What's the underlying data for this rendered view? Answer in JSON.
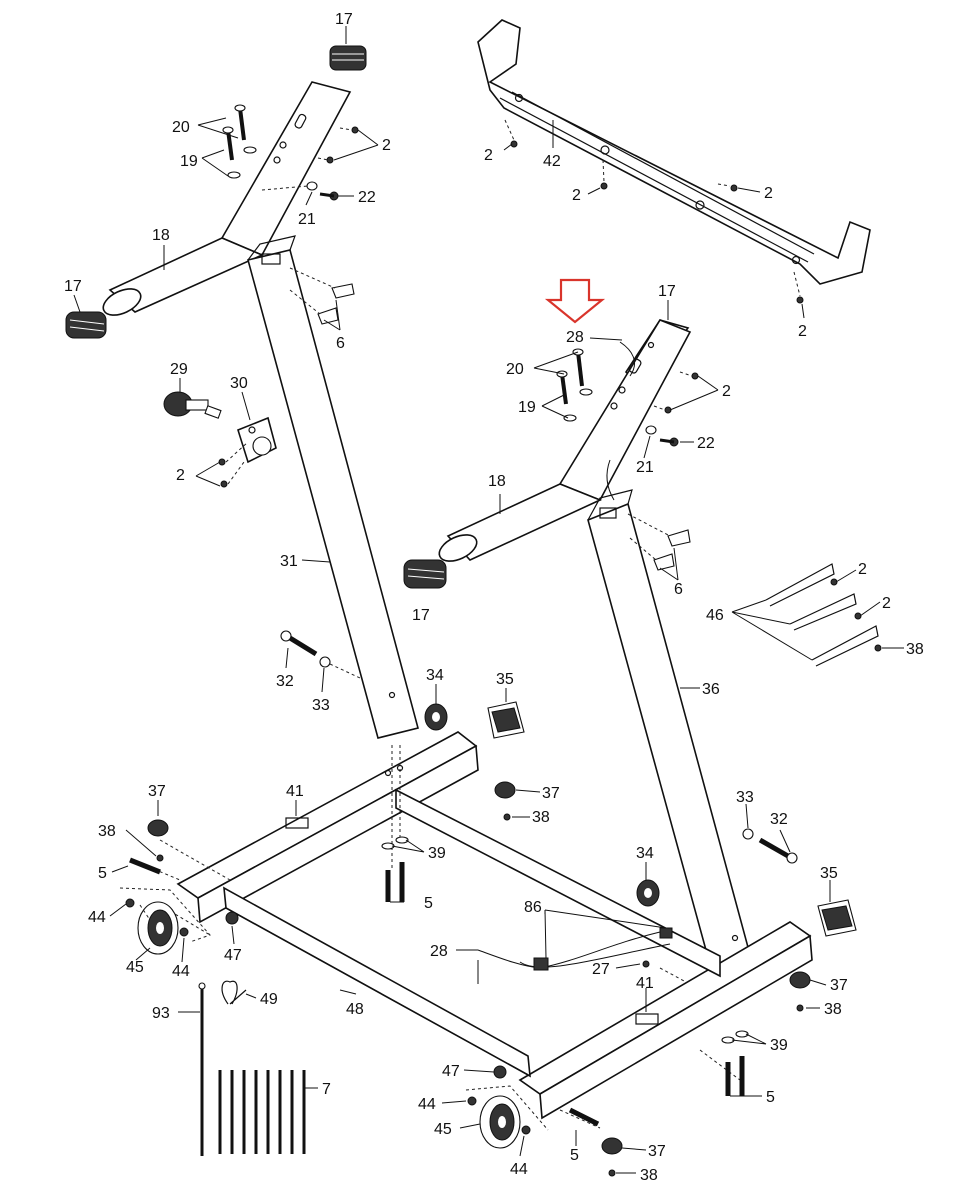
{
  "callout_arrow": {
    "color": "#d9342b",
    "target_part": "28"
  },
  "callouts": {
    "c1": "17",
    "c2": "17",
    "c3": "17",
    "c4": "17",
    "c5": "20",
    "c6": "19",
    "c7": "2",
    "c8": "22",
    "c9": "21",
    "c10": "18",
    "c11": "6",
    "c12": "29",
    "c13": "30",
    "c14": "2",
    "c15": "31",
    "c16": "32",
    "c17": "33",
    "c18": "34",
    "c19": "35",
    "c20": "2",
    "c21": "42",
    "c22": "2",
    "c23": "2",
    "c24": "2",
    "c25": "28",
    "c26": "20",
    "c27": "19",
    "c28": "2",
    "c29": "22",
    "c30": "21",
    "c31": "18",
    "c32": "6",
    "c33": "2",
    "c34": "2",
    "c35": "46",
    "c36": "38",
    "c37": "36",
    "c38": "37",
    "c39": "38",
    "c40": "41",
    "c41": "37",
    "c42": "38",
    "c43": "5",
    "c44": "39",
    "c45": "5",
    "c46": "44",
    "c47": "45",
    "c48": "44",
    "c49": "47",
    "c50": "93",
    "c51": "49",
    "c52": "48",
    "c53": "7",
    "c54": "86",
    "c55": "28",
    "c56": "27",
    "c57": "41",
    "c58": "34",
    "c59": "33",
    "c60": "32",
    "c61": "35",
    "c62": "37",
    "c63": "38",
    "c64": "39",
    "c65": "5",
    "c66": "47",
    "c67": "44",
    "c68": "45",
    "c69": "44",
    "c70": "5",
    "c71": "37",
    "c72": "38"
  }
}
